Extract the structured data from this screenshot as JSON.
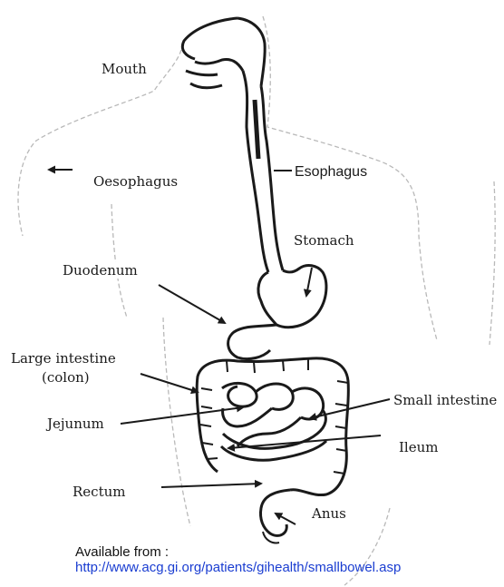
{
  "labels": {
    "mouth": "Mouth",
    "oesophagus": "Oesophagus",
    "esophagus": "Esophagus",
    "stomach": "Stomach",
    "duodenum": "Duodenum",
    "large_intestine_1": "Large intestine",
    "large_intestine_2": "(colon)",
    "small_intestine": "Small intestine",
    "jejunum": "Jejunum",
    "ileum": "Ileum",
    "rectum": "Rectum",
    "anus": "Anus"
  },
  "source": {
    "heading": "Available from :",
    "url": "http://www.acg.gi.org/patients/gihealth/smallbowel.asp"
  },
  "colors": {
    "line": "#1a1a1a",
    "faint": "#b5b5b5",
    "link": "#1a3dd1"
  }
}
